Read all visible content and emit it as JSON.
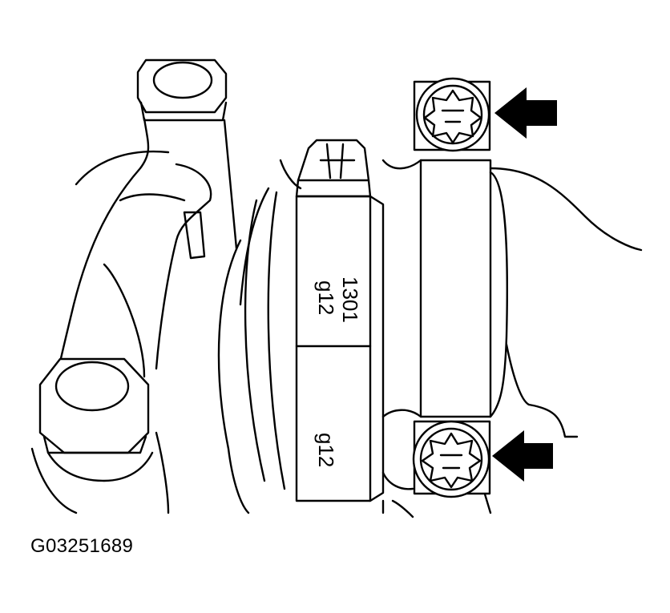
{
  "figure": {
    "bearing_cap_labels": [
      "1301",
      "g12",
      "g12"
    ],
    "arrow_color": "#000000",
    "line_color": "#000000",
    "background": "#ffffff"
  },
  "caption": {
    "text": "G03251689"
  }
}
